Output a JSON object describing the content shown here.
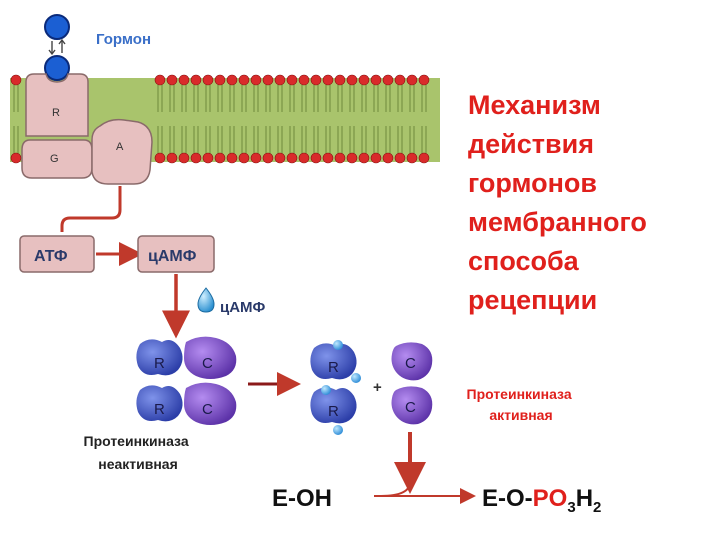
{
  "title_lines": [
    "Механизм",
    "действия",
    "гормонов",
    "мембранного",
    "способа",
    "рецепции"
  ],
  "labels": {
    "hormone": "Гормон",
    "receptor": "R",
    "g_protein": "G",
    "adenylate_cyclase": "A",
    "atp": "АТФ",
    "camp_box": "цАМФ",
    "camp_free": "цАМФ",
    "regulatory_subunit": "R",
    "catalytic_subunit": "C",
    "plus": "+",
    "kinase_inactive_line1": "Протеинкиназа",
    "kinase_inactive_line2": "неактивная",
    "kinase_active_line1": "Протеинкиназа",
    "kinase_active_line2": "активная",
    "substrate": "E-OH",
    "product_prefix": "E-O-",
    "product_group_po": "PO",
    "product_sub_3": "3",
    "product_group_h": "H",
    "product_sub_2": "2"
  },
  "colors": {
    "title": "#e0201c",
    "membrane_green": "#a9c46c",
    "lipid_head": "#d92b2b",
    "protein_pink": "#e7c0c0",
    "hormone_blue": "#1b5fd3",
    "arrow_red": "#c0392b",
    "arrow_dark": "#8b1a1a",
    "r_subunit": "#4a5fc4",
    "c_subunit": "#8a5bd0",
    "label_dark_blue": "#2a3a6a",
    "phosphate_red": "#e0201c"
  },
  "icons": {
    "exchange": "up-down-arrows-icon",
    "camp_drop": "droplet-icon"
  }
}
